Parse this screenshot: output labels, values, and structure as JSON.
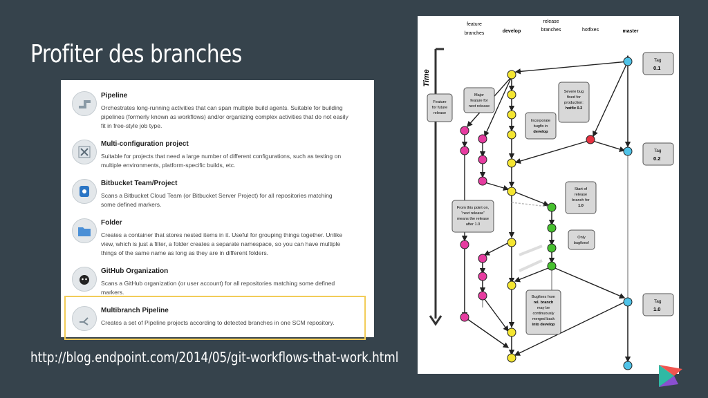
{
  "slide": {
    "title": "Profiter des branches",
    "url": "http://blog.endpoint.com/2014/05/git-workflows-that-work.html"
  },
  "jenkins_items": [
    {
      "name": "Pipeline",
      "icon": "pipeline-icon",
      "desc": [
        "Orchestrates long-running activities that can span multiple build agents. Suitable for building",
        "pipelines (formerly known as workflows) and/or organizing complex activities that do not easily",
        "fit in free-style job type."
      ]
    },
    {
      "name": "Multi-configuration project",
      "icon": "multi-config-icon",
      "desc": [
        "Suitable for projects that need a large number of different configurations, such as testing on",
        "multiple environments, platform-specific builds, etc."
      ]
    },
    {
      "name": "Bitbucket Team/Project",
      "icon": "bitbucket-icon",
      "desc": [
        "Scans a Bitbucket Cloud Team (or Bitbucket Server Project) for all repositories matching",
        "some defined markers."
      ]
    },
    {
      "name": "Folder",
      "icon": "folder-icon",
      "desc": [
        "Creates a container that stores nested items in it. Useful for grouping things together. Unlike",
        "view, which is just a filter, a folder creates a separate namespace, so you can have multiple",
        "things of the same name as long as they are in different folders."
      ]
    },
    {
      "name": "GitHub Organization",
      "icon": "github-icon",
      "desc": [
        "Scans a GitHub organization (or user account) for all repositories matching some defined",
        "markers."
      ]
    },
    {
      "name": "Multibranch Pipeline",
      "icon": "multibranch-icon",
      "desc": [
        "Creates a set of Pipeline projects according to detected branches in one SCM repository."
      ]
    }
  ],
  "diagram": {
    "columns": {
      "feature": [
        "feature",
        "branches"
      ],
      "develop": "develop",
      "release": [
        "release",
        "branches"
      ],
      "hotfixes": "hotfixes",
      "master": "master"
    },
    "time_label": "Time",
    "tags": [
      {
        "label": "Tag",
        "value": "0.1"
      },
      {
        "label": "Tag",
        "value": "0.2"
      },
      {
        "label": "Tag",
        "value": "1.0"
      }
    ],
    "callouts": {
      "feature_future": [
        "Feature",
        "for future",
        "release"
      ],
      "major_feature": [
        "Major",
        "feature for",
        "next release"
      ],
      "severe_bug": [
        "Severe bug",
        "fixed for",
        "production:",
        "hotfix 0.2"
      ],
      "incorporate": [
        "Incorporate",
        "bugfix in",
        "develop"
      ],
      "start_release": [
        "Start of",
        "release",
        "branch for",
        "1.0"
      ],
      "next_release": [
        "From this point on,",
        "“next release”",
        "means the release",
        "after 1.0"
      ],
      "only_bugfixes": [
        "Only",
        "bugfixes!"
      ],
      "bugfixes_merged": [
        "Bugfixes from",
        "rel. branch",
        "may be",
        "continuously",
        "merged back",
        "into develop"
      ]
    },
    "colors": {
      "master": "#4fc3e8",
      "develop": "#f4e531",
      "feature": "#e63ca0",
      "release": "#46c02e",
      "hotfix": "#e53140"
    }
  }
}
